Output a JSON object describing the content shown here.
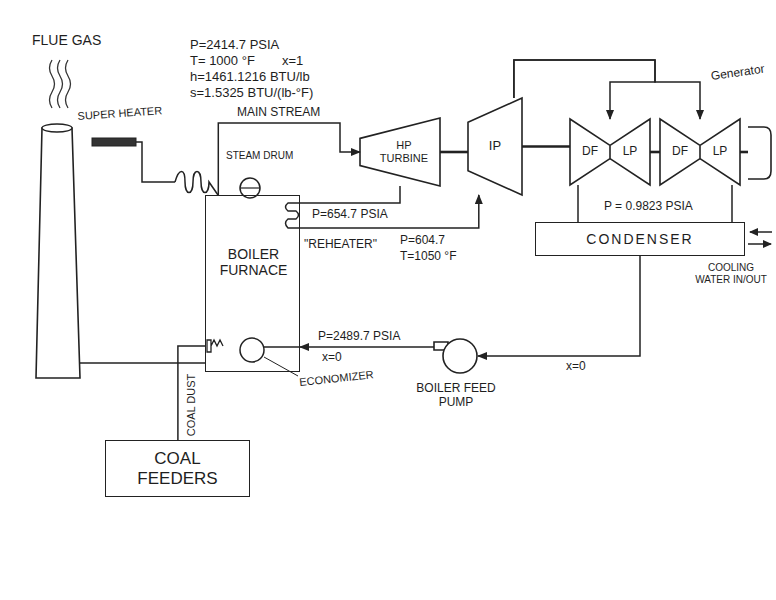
{
  "diagram": {
    "nodes": [
      {
        "text": [
          "FLUE GAS"
        ]
      },
      {
        "text": [
          "BOILER FURNACE"
        ]
      },
      {
        "text": [
          "HP TURBINE"
        ]
      },
      {
        "text": [
          "IP"
        ]
      },
      {
        "text": [
          "DF",
          "LP"
        ]
      },
      {
        "text": [
          "DF",
          "LP"
        ]
      },
      {
        "text": [
          "Generator"
        ]
      },
      {
        "text": [
          "CONDENSER"
        ]
      },
      {
        "text": [
          "BOILER FEED PUMP"
        ]
      },
      {
        "text": [
          "COAL FEEDERS"
        ]
      }
    ],
    "edges": [
      {
        "from": 1,
        "to": 2,
        "arrow": "to",
        "label": "MAIN STREAM"
      },
      {
        "from": 2,
        "to": 1,
        "arrow": "none"
      },
      {
        "from": 1,
        "to": 3,
        "arrow": "to"
      },
      {
        "from": 3,
        "to": 4,
        "arrow": "to"
      },
      {
        "from": 3,
        "to": 5,
        "arrow": "to"
      },
      {
        "from": 2,
        "to": 3,
        "arrow": "none"
      },
      {
        "from": 3,
        "to": 4,
        "arrow": "none"
      },
      {
        "from": 4,
        "to": 5,
        "arrow": "none"
      },
      {
        "from": 5,
        "to": 6,
        "arrow": "none"
      },
      {
        "from": 4,
        "to": 7,
        "arrow": "none"
      },
      {
        "from": 5,
        "to": 7,
        "arrow": "none"
      },
      {
        "from": 7,
        "to": 8,
        "arrow": "to"
      },
      {
        "from": 8,
        "to": 1,
        "arrow": "to"
      },
      {
        "from": 9,
        "to": 1,
        "arrow": "none"
      },
      {
        "from": 1,
        "to": 0,
        "arrow": "none"
      }
    ],
    "labels": [
      "P=2414.7 PSIA",
      "T= 1000 °F",
      "x=1",
      "h=1461.1216 BTU/lb",
      "s=1.5325 BTU/(lb-°F)",
      "SUPER HEATER",
      "STEAM DRUM",
      "P=654.7 PSIA",
      "\"REHEATER\"",
      "P=604.7",
      "T=1050 °F",
      "P = 0.9823 PSIA",
      "COOLING WATER IN/OUT",
      "P=2489.7 PSIA",
      "x=0",
      "ECONOMIZER",
      "x=0",
      "COAL DUST"
    ]
  }
}
